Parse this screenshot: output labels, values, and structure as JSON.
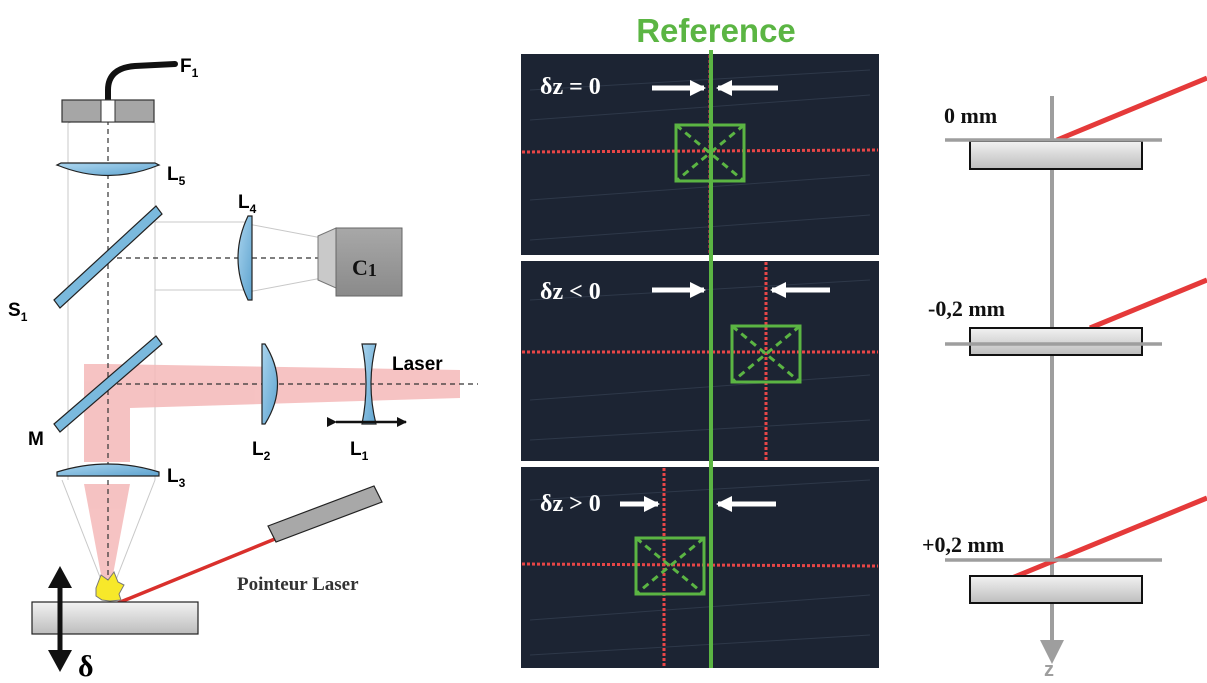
{
  "colors": {
    "accent_green": "#5bb543",
    "laser_red": "#e53a3a",
    "beam_pink": "#f4b8b8",
    "lens_blue": "#7ab9dd",
    "panel_bg": "#1c2433"
  },
  "setup": {
    "fiber": "F",
    "fiber_sub": "1",
    "lens5": "L",
    "lens5_sub": "5",
    "lens4": "L",
    "lens4_sub": "4",
    "splitter": "S",
    "splitter_sub": "1",
    "camera": "C",
    "camera_sub": "1",
    "mirror": "M",
    "laser": "Laser",
    "lens2": "L",
    "lens2_sub": "2",
    "lens1": "L",
    "lens1_sub": "1",
    "lens3": "L",
    "lens3_sub": "3",
    "pointer": "Pointeur Laser",
    "delta": "δ"
  },
  "reference": {
    "title": "Reference",
    "panels": [
      {
        "label": "δz = 0"
      },
      {
        "label": "δz < 0"
      },
      {
        "label": "δz > 0"
      }
    ]
  },
  "heights": {
    "levels": [
      "0 mm",
      "-0,2 mm",
      "+0,2 mm"
    ],
    "axis_label": "z"
  },
  "icons": [
    "arrow-right-icon",
    "arrow-left-icon",
    "double-arrow-icon",
    "spot-icon"
  ]
}
